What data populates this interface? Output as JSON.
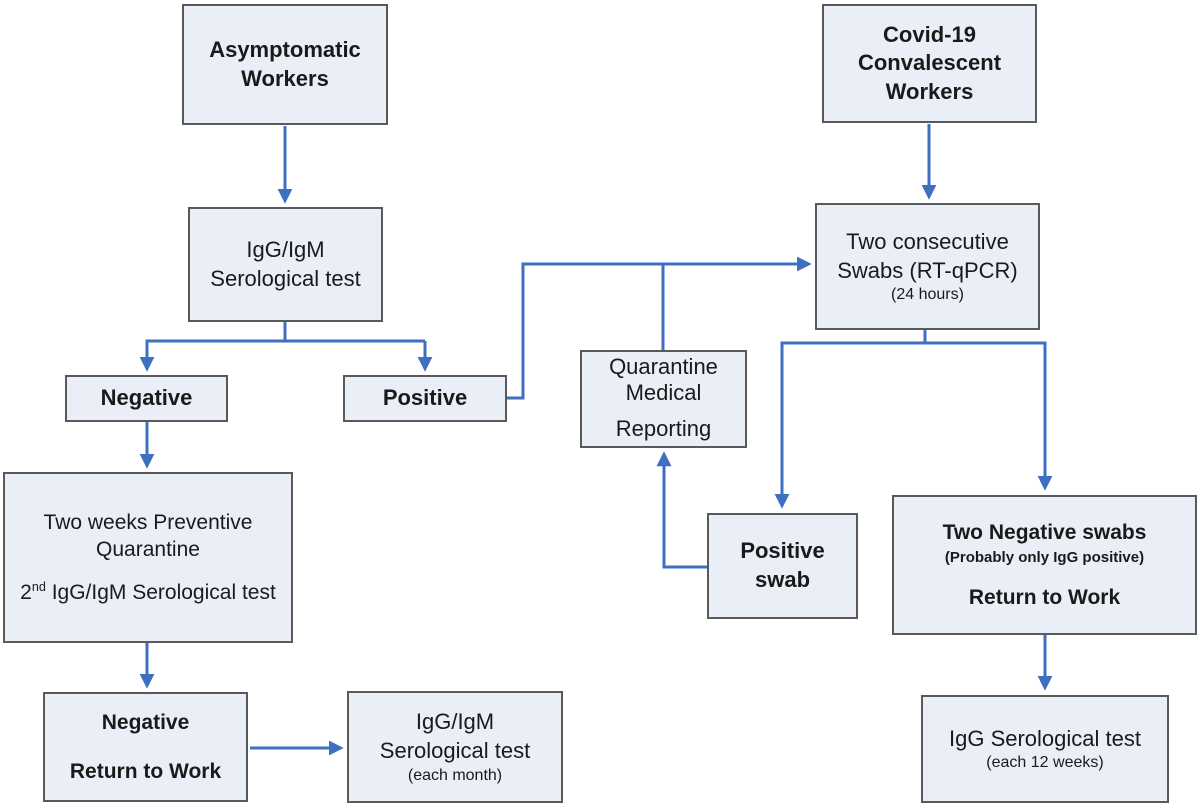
{
  "colors": {
    "arrow_color": "#3E6FC0",
    "box_fill": "#EAEEF7",
    "box_border": "#595959",
    "text_color": "#1A1A1A",
    "background": "#FFFFFF"
  },
  "nodes": {
    "asymptomatic_workers": {
      "line1": "Asymptomatic",
      "line2": "Workers"
    },
    "igg_igm_serological_test": {
      "line1": "IgG/IgM",
      "line2": "Serological test"
    },
    "negative": {
      "label": "Negative"
    },
    "positive": {
      "label": "Positive"
    },
    "two_weeks_preventive_quarantine": {
      "para1": "Two weeks Preventive Quarantine",
      "para2_prefix": "2",
      "para2_sup": "nd",
      "para2_rest": " IgG/IgM Serological test"
    },
    "negative_return_to_work": {
      "line1": "Negative",
      "line2": "Return to Work"
    },
    "igg_igm_serological_test_monthly": {
      "line1": "IgG/IgM",
      "line2": "Serological test",
      "note": "(each month)"
    },
    "covid19_convalescent_workers": {
      "line1": "Covid-19",
      "line2": "Convalescent",
      "line3": "Workers"
    },
    "two_consecutive_swabs": {
      "line1": "Two consecutive",
      "line2": "Swabs (RT-qPCR)",
      "note": "(24 hours)"
    },
    "quarantine_medical_reporting": {
      "line1": "Quarantine",
      "line2": "Medical",
      "line3": "Reporting"
    },
    "positive_swab": {
      "line1": "Positive",
      "line2": "swab"
    },
    "two_negative_swabs": {
      "line1": "Two Negative swabs",
      "note": "(Probably only IgG positive)",
      "line2": "Return to Work"
    },
    "igg_serological_test_12_weeks": {
      "line1": "IgG Serological test",
      "note": "(each 12 weeks)"
    }
  },
  "edges": [
    {
      "from": "asymptomatic_workers",
      "to": "igg_igm_serological_test"
    },
    {
      "from": "igg_igm_serological_test",
      "to": "negative"
    },
    {
      "from": "igg_igm_serological_test",
      "to": "positive"
    },
    {
      "from": "negative",
      "to": "two_weeks_preventive_quarantine"
    },
    {
      "from": "two_weeks_preventive_quarantine",
      "to": "negative_return_to_work"
    },
    {
      "from": "negative_return_to_work",
      "to": "igg_igm_serological_test_monthly"
    },
    {
      "from": "positive",
      "to": "two_consecutive_swabs"
    },
    {
      "from": "covid19_convalescent_workers",
      "to": "two_consecutive_swabs"
    },
    {
      "from": "two_consecutive_swabs",
      "to": "positive_swab"
    },
    {
      "from": "two_consecutive_swabs",
      "to": "two_negative_swabs"
    },
    {
      "from": "positive_swab",
      "to": "quarantine_medical_reporting"
    },
    {
      "from": "quarantine_medical_reporting",
      "to": "two_consecutive_swabs"
    },
    {
      "from": "two_negative_swabs",
      "to": "igg_serological_test_12_weeks"
    }
  ]
}
